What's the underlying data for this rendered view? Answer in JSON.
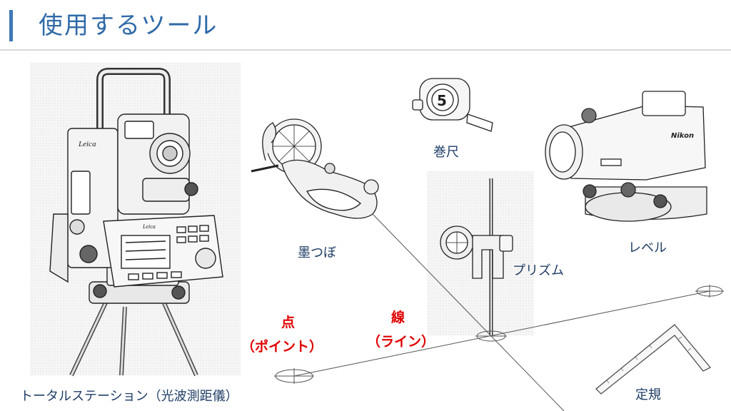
{
  "title": "使用するツール",
  "labels": {
    "total_station": "トータルステーション（光波測距儀）",
    "chalk_line": "墨つぼ",
    "tape_measure": "巻尺",
    "prism": "プリズム",
    "level": "レベル",
    "square_ruler": "定規",
    "point_word": "点",
    "point_kana": "（ポイント）",
    "line_word": "線",
    "line_kana": "（ライン）"
  },
  "device_text": {
    "brand_total_station": "Leica",
    "brand_level": "Nikon",
    "tape_number": "5"
  },
  "colors": {
    "title": "#2f6aa8",
    "accent": "#3f78b5",
    "label": "#1f3d66",
    "highlight": "#e00000"
  }
}
